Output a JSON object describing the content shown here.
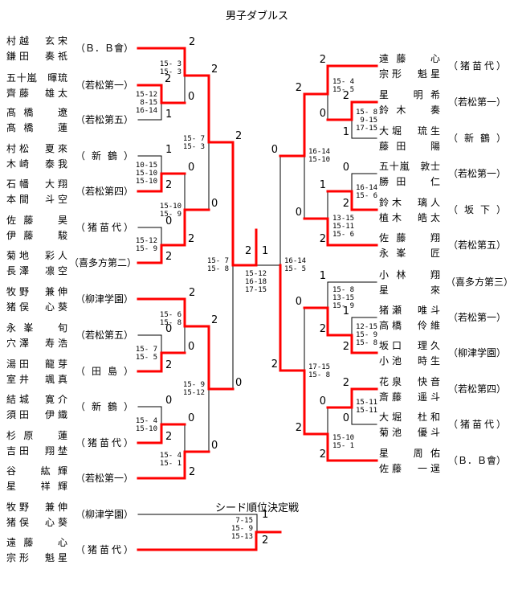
{
  "title": "男子ダブルス",
  "seed_title": "シード順位決定戦",
  "colors": {
    "winner_line": "#ff0000",
    "line": "#000000"
  },
  "left_teams": [
    {
      "p1": "村越　玄宋",
      "p2": "鎌田　奏祇",
      "club": "（Ｂ．Ｂ會）"
    },
    {
      "p1": "五十嵐　暉琉",
      "p2": "齊藤　雄太",
      "club": "（若松第一）"
    },
    {
      "p1": "髙橋　遼",
      "p2": "髙橋　蓮",
      "club": "（若松第五）"
    },
    {
      "p1": "村松　夏來",
      "p2": "木崎　泰我",
      "club": "（新鶴）"
    },
    {
      "p1": "石幡　大翔",
      "p2": "本間　斗空",
      "club": "（若松第四）"
    },
    {
      "p1": "佐藤　昊",
      "p2": "伊藤　駿",
      "club": "（猪苗代）"
    },
    {
      "p1": "菊地　彩人",
      "p2": "長澤　凛空",
      "club": "（喜多方第二）"
    },
    {
      "p1": "牧野　兼伸",
      "p2": "猪俣　心葵",
      "club": "（柳津学園）"
    },
    {
      "p1": "永峯　旬",
      "p2": "穴澤　寿浩",
      "club": "（若松第五）"
    },
    {
      "p1": "湯田　龍芽",
      "p2": "室井　颯真",
      "club": "（田島）"
    },
    {
      "p1": "結城　寛介",
      "p2": "須田　伊織",
      "club": "（新鶴）"
    },
    {
      "p1": "杉原　蓮",
      "p2": "吉田　翔埜",
      "club": "（猪苗代）"
    },
    {
      "p1": "谷　紘輝",
      "p2": "星　祥輝",
      "club": "（若松第一）"
    }
  ],
  "seed_teams": [
    {
      "p1": "牧野　兼伸",
      "p2": "猪俣　心葵",
      "club": "（柳津学園）"
    },
    {
      "p1": "遠藤　心",
      "p2": "宗形　魁星",
      "club": "（猪苗代）"
    }
  ],
  "right_teams": [
    {
      "p1": "遠藤　心",
      "p2": "宗形　魁星",
      "club": "（猪苗代）"
    },
    {
      "p1": "星　明希",
      "p2": "鈴木　奏",
      "club": "（若松第一）"
    },
    {
      "p1": "大堀　琉生",
      "p2": "藤田　陽",
      "club": "（新鶴）"
    },
    {
      "p1": "五十嵐　敦士",
      "p2": "勝田　仁",
      "club": "（若松第一）"
    },
    {
      "p1": "鈴木　璃人",
      "p2": "植木　皓太",
      "club": "（坂下）"
    },
    {
      "p1": "佐藤　翔",
      "p2": "永峯　匠",
      "club": "（若松第五）"
    },
    {
      "p1": "小林　翔",
      "p2": "星　來",
      "club": "（喜多方第三）"
    },
    {
      "p1": "猪瀬　唯斗",
      "p2": "高橋　伶維",
      "club": "（若松第一）"
    },
    {
      "p1": "坂口　理久",
      "p2": "小池　時生",
      "club": "（柳津学園）"
    },
    {
      "p1": "花泉　快音",
      "p2": "斎藤　遥斗",
      "club": "（若松第四）"
    },
    {
      "p1": "大堀　杜和",
      "p2": "菊池　優斗",
      "club": "（猪苗代）"
    },
    {
      "p1": "星　周佑",
      "p2": "佐藤　一逞",
      "club": "（Ｂ．Ｂ會）"
    }
  ],
  "matches": [
    {
      "id": "L1",
      "sets": [
        "15-12",
        " 8-15",
        "16-14"
      ],
      "wins": [
        2,
        1
      ]
    },
    {
      "id": "L2",
      "sets": [
        "15- 3",
        "15- 3"
      ],
      "wins": [
        2,
        0
      ]
    },
    {
      "id": "L3",
      "sets": [
        "10-15",
        "15-10",
        "15-10"
      ],
      "wins": [
        1,
        2
      ]
    },
    {
      "id": "L4",
      "sets": [
        "15-12",
        "15- 9"
      ],
      "wins": [
        0,
        2
      ]
    },
    {
      "id": "L5",
      "sets": [
        "15-10",
        "15- 9"
      ],
      "wins": [
        0,
        2
      ]
    },
    {
      "id": "L6",
      "sets": [
        "15- 7",
        "15- 3"
      ],
      "wins": [
        2,
        0
      ]
    },
    {
      "id": "L7",
      "sets": [
        "15- 7",
        "15- 5"
      ],
      "wins": [
        0,
        2
      ]
    },
    {
      "id": "L8",
      "sets": [
        "15- 6",
        "15- 8"
      ],
      "wins": [
        2,
        0
      ]
    },
    {
      "id": "L9",
      "sets": [
        "15- 4",
        "15-10"
      ],
      "wins": [
        0,
        2
      ]
    },
    {
      "id": "L10",
      "sets": [
        "15- 4",
        "15- 1"
      ],
      "wins": [
        0,
        2
      ]
    },
    {
      "id": "L11",
      "sets": [
        "15- 9",
        "15-12"
      ],
      "wins": [
        2,
        0
      ]
    },
    {
      "id": "L12",
      "sets": [
        "15- 7",
        "15- 8"
      ],
      "wins": [
        2,
        0
      ]
    },
    {
      "id": "F",
      "sets": [
        "15-12",
        "16-18",
        "17-15"
      ],
      "wins": [
        2,
        1
      ]
    },
    {
      "id": "R1",
      "sets": [
        "15- 8",
        " 9-15",
        "17-15"
      ],
      "wins": [
        2,
        1
      ]
    },
    {
      "id": "R2",
      "sets": [
        "15- 4",
        "15- 5"
      ],
      "wins": [
        2,
        0
      ]
    },
    {
      "id": "R3",
      "sets": [
        "16-14",
        "15- 6"
      ],
      "wins": [
        0,
        2
      ]
    },
    {
      "id": "R4",
      "sets": [
        "13-15",
        "15-11",
        "15- 6"
      ],
      "wins": [
        1,
        2
      ]
    },
    {
      "id": "R5",
      "sets": [
        "16-14",
        "15-10"
      ],
      "wins": [
        2,
        0
      ]
    },
    {
      "id": "R6",
      "sets": [
        "12-15",
        "15- 9",
        "15- 8"
      ],
      "wins": [
        1,
        2
      ]
    },
    {
      "id": "R7",
      "sets": [
        "15- 8",
        "13-15",
        "15- 9"
      ],
      "wins": [
        1,
        2
      ]
    },
    {
      "id": "R8",
      "sets": [
        "15-11",
        "15-11"
      ],
      "wins": [
        2,
        0
      ]
    },
    {
      "id": "R9",
      "sets": [
        "15-10",
        "15- 1"
      ],
      "wins": [
        0,
        2
      ]
    },
    {
      "id": "R10",
      "sets": [
        "17-15",
        "15- 8"
      ],
      "wins": [
        0,
        2
      ]
    },
    {
      "id": "R11",
      "sets": [
        "16-14",
        "15- 5"
      ],
      "wins": [
        0,
        2
      ]
    },
    {
      "id": "SEED",
      "sets": [
        " 7-15",
        "15- 9",
        "15-13"
      ],
      "wins": [
        1,
        2
      ]
    }
  ]
}
